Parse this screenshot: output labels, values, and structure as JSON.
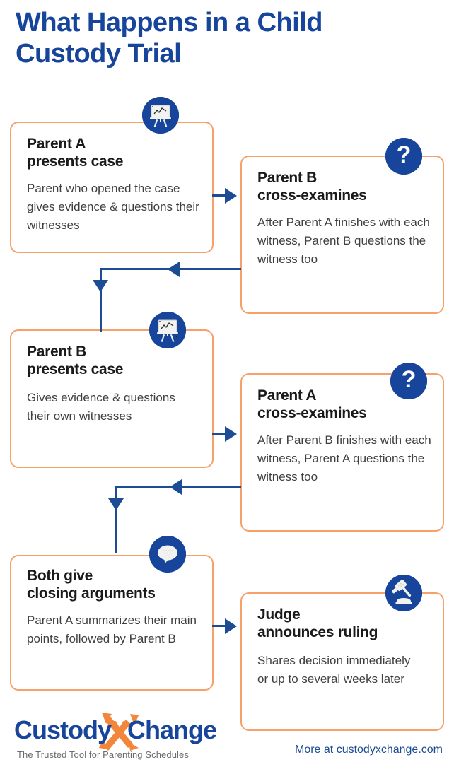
{
  "page": {
    "title_line1": "What Happens in a Child",
    "title_line2": "Custody Trial"
  },
  "colors": {
    "navy": "#16459B",
    "orange_border": "#F6A06A",
    "logo_orange": "#F2873C",
    "connector": "#1B4C94",
    "title_text": "#16459B",
    "body_text": "#3f3f3f",
    "heading_text": "#1a1a1a"
  },
  "steps": [
    {
      "id": "step-1",
      "title": "Parent A\npresents case",
      "title_line1": "Parent A",
      "title_line2": "presents case",
      "body": "Parent who opened the case gives evidence & questions their witnesses",
      "icon": "presentation-board-icon"
    },
    {
      "id": "step-2",
      "title": "Parent B\ncross-examines",
      "title_line1": "Parent B",
      "title_line2": "cross-examines",
      "body": "After Parent A finishes with each witness, Parent B questions the witness too",
      "icon": "question-mark-icon"
    },
    {
      "id": "step-3",
      "title": "Parent B\npresents case",
      "title_line1": "Parent B",
      "title_line2": "presents case",
      "body": "Gives evidence & questions their own witnesses",
      "icon": "presentation-board-icon"
    },
    {
      "id": "step-4",
      "title": "Parent A\ncross-examines",
      "title_line1": "Parent A",
      "title_line2": "cross-examines",
      "body": "After Parent B finishes with each witness, Parent A questions the witness too",
      "icon": "question-mark-icon"
    },
    {
      "id": "step-5",
      "title": "Both give\nclosing arguments",
      "title_line1": "Both give",
      "title_line2": "closing arguments",
      "body": "Parent A summarizes their main points, followed by Parent B",
      "icon": "speech-bubble-icon"
    },
    {
      "id": "step-6",
      "title": "Judge\nannounces ruling",
      "title_line1": "Judge",
      "title_line2": "announces ruling",
      "body": "Shares decision immediately or up to several weeks later",
      "icon": "gavel-icon"
    }
  ],
  "footer": {
    "logo_part1": "Custody",
    "logo_x": "X",
    "logo_part2": "Change",
    "tagline": "The Trusted Tool for Parenting Schedules",
    "more_text": "More at custodyxchange.com"
  }
}
